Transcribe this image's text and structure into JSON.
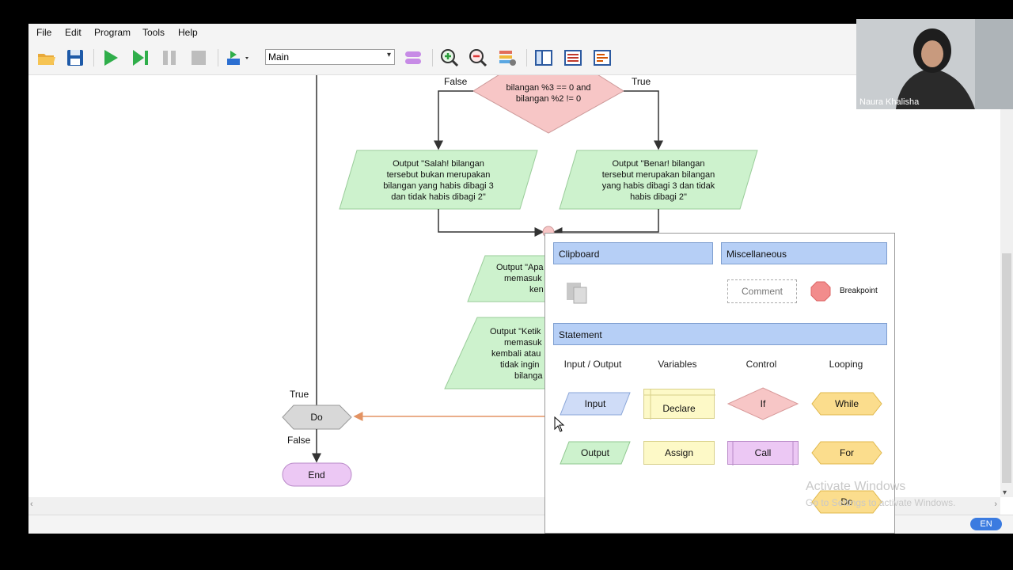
{
  "menu": [
    "File",
    "Edit",
    "Program",
    "Tools",
    "Help"
  ],
  "toolbar": {
    "function_select": "Main",
    "icons": [
      "open-icon",
      "save-icon",
      "run-icon",
      "step-icon",
      "pause-icon",
      "stop-icon",
      "run-options-icon",
      "variables-icon",
      "zoom-in-icon",
      "zoom-out-icon",
      "layout-icon",
      "window1-icon",
      "window2-icon",
      "window3-icon"
    ]
  },
  "flowchart": {
    "decision_text": [
      "bilangan %3 == 0 and",
      "bilangan %2 != 0"
    ],
    "false_label": "False",
    "true_label": "True",
    "output_left": [
      "Output \"Salah! bilangan",
      "tersebut bukan merupakan",
      "bilangan yang habis dibagi 3",
      "dan tidak habis dibagi 2\""
    ],
    "output_right": [
      "Output \"Benar! bilangan",
      "tersebut merupakan bilangan",
      "yang habis dibagi 3 dan tidak",
      "habis dibagi 2\""
    ],
    "output_mid1": [
      "Output \"Apa",
      "memasuk",
      "ken"
    ],
    "output_mid2": [
      "Output \"Ketik",
      "memasuk",
      "kembali atau",
      "tidak ingin",
      "bilanga"
    ],
    "do_true": "True",
    "do_label": "Do",
    "do_false": "False",
    "end_label": "End"
  },
  "palette": {
    "clipboard": "Clipboard",
    "misc": "Miscellaneous",
    "comment": "Comment",
    "breakpoint": "Breakpoint",
    "statement": "Statement",
    "columns": [
      "Input / Output",
      "Variables",
      "Control",
      "Looping"
    ],
    "items": {
      "input": "Input",
      "declare": "Declare",
      "if": "If",
      "while": "While",
      "output": "Output",
      "assign": "Assign",
      "call": "Call",
      "for": "For",
      "do": "Do"
    }
  },
  "watermark": {
    "line1": "Activate Windows",
    "line2": "Go to Settings to activate Windows."
  },
  "webcam_name": "Naura Khalisha",
  "status_lang": "EN"
}
